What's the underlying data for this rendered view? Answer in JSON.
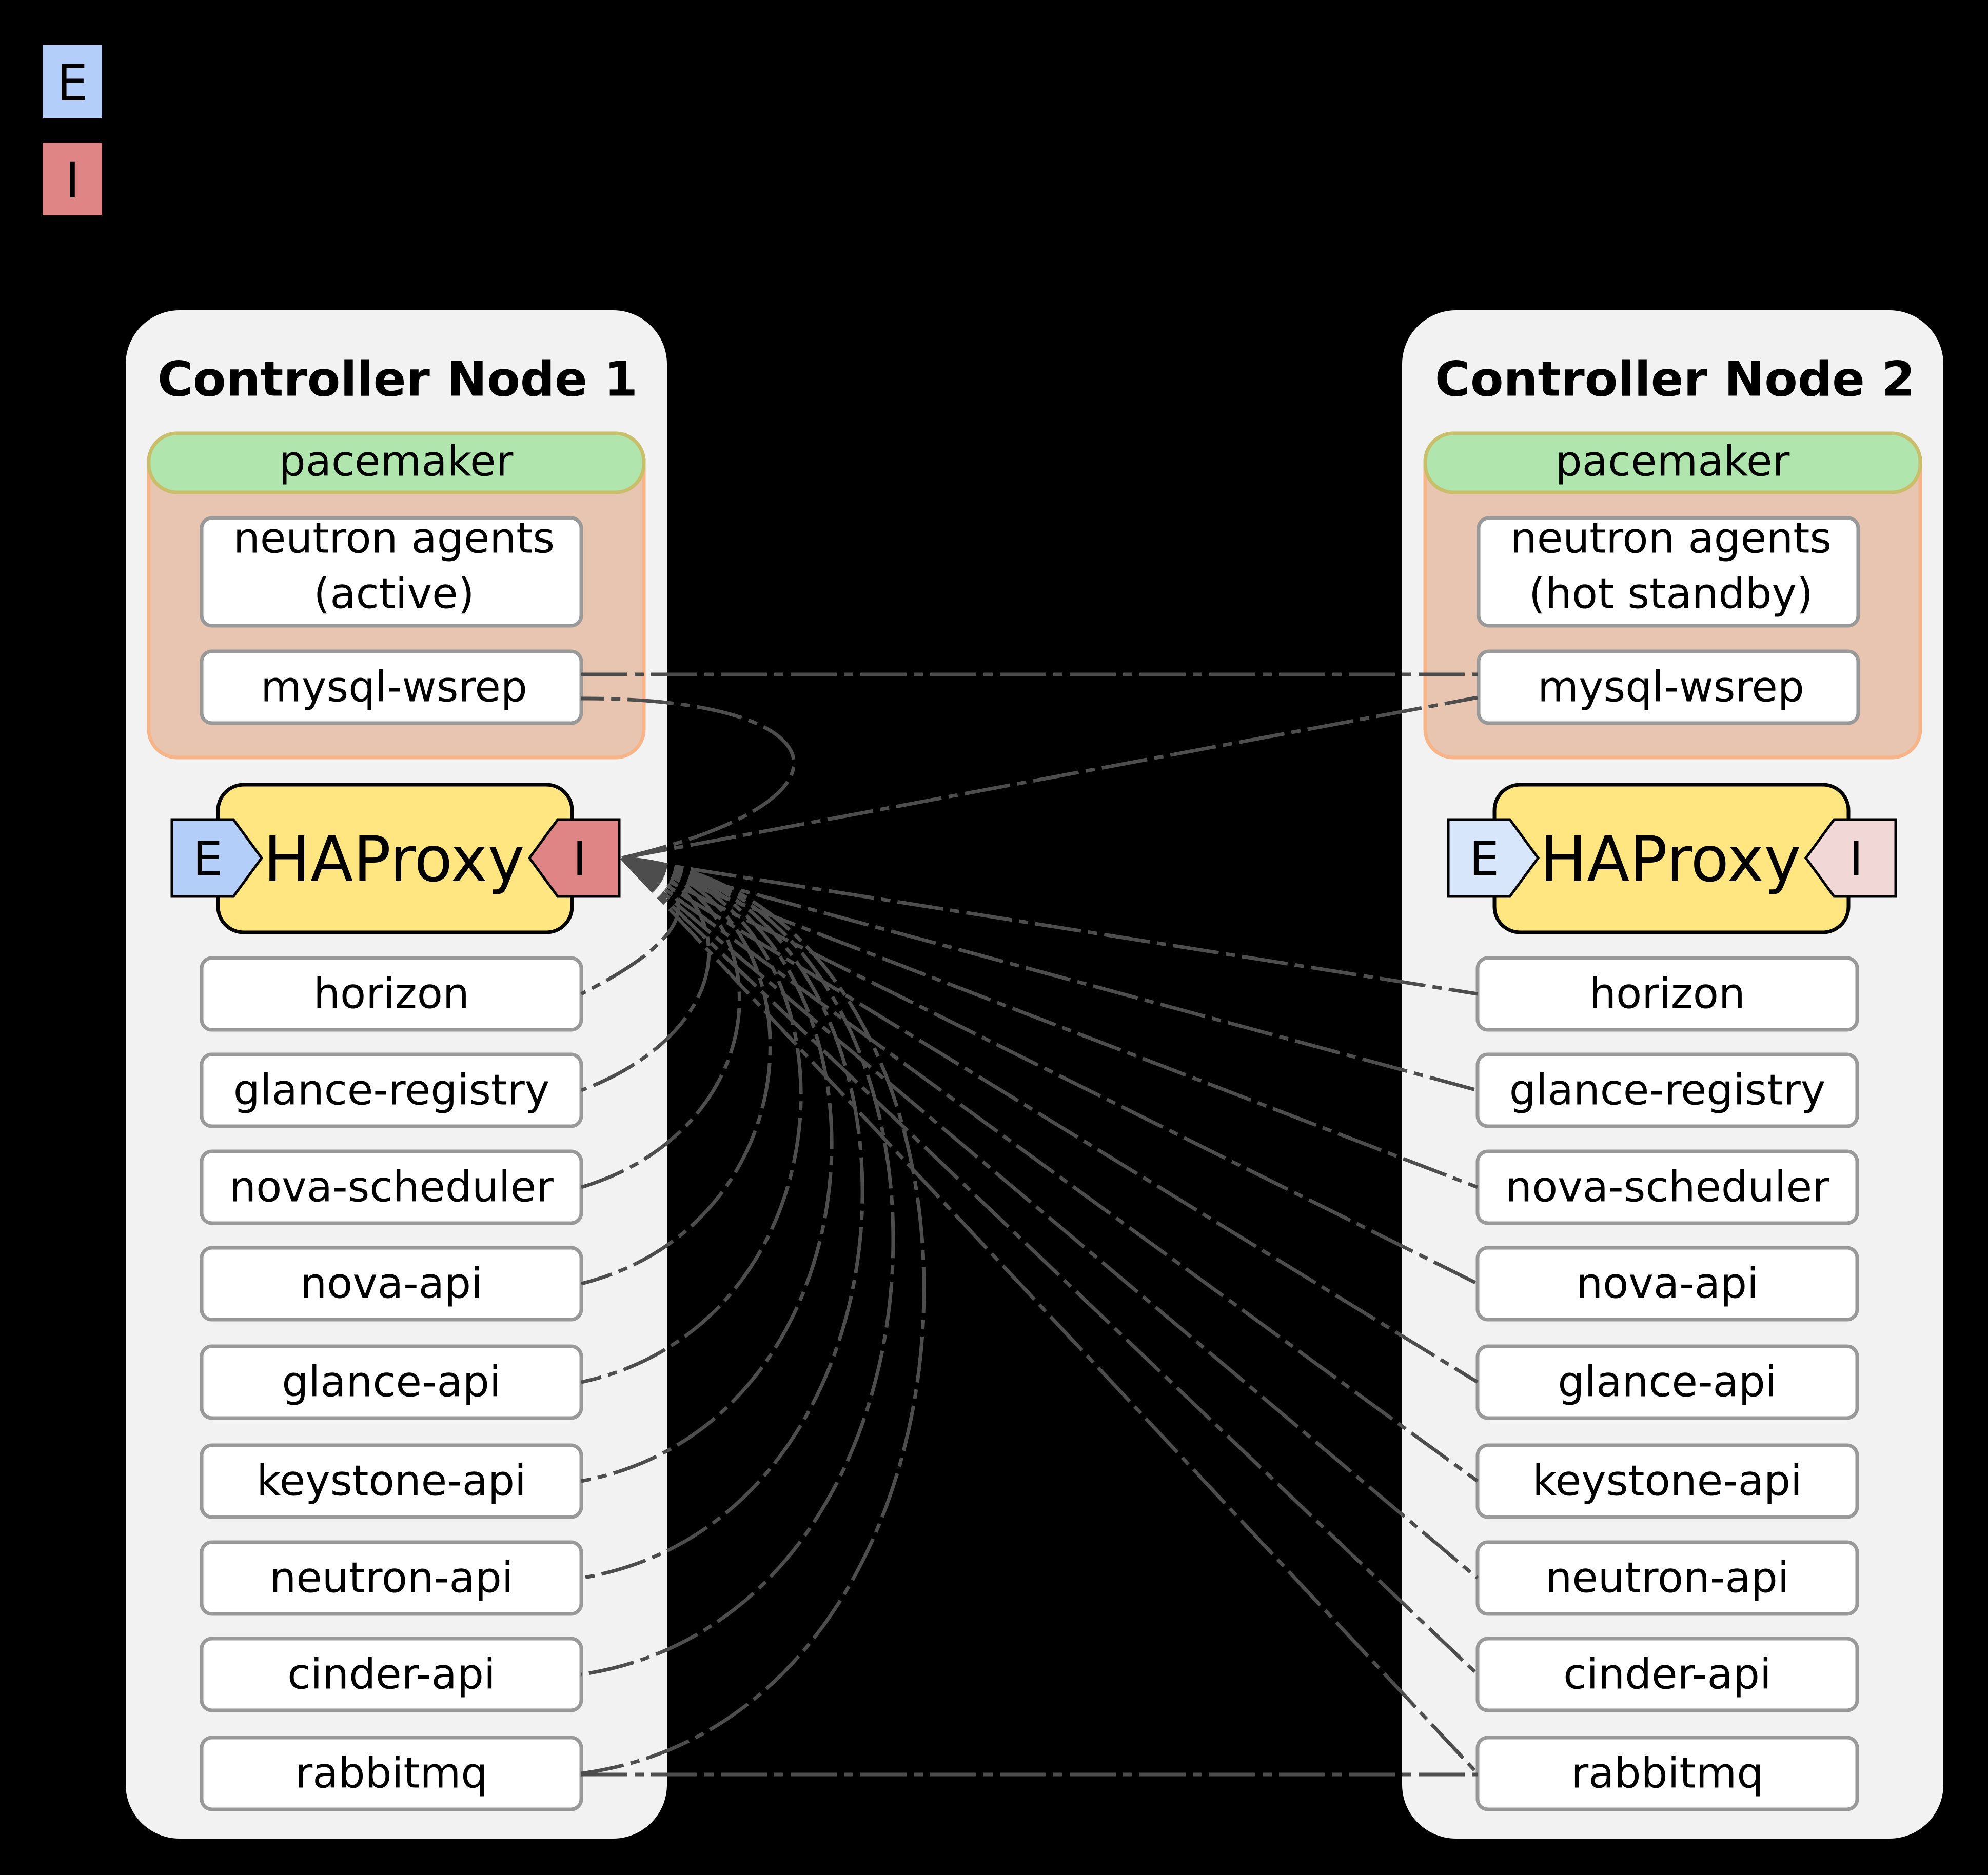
{
  "legend": [
    {
      "letter": "E",
      "color": "#b3cff9"
    },
    {
      "letter": "I",
      "color": "#e08585"
    }
  ],
  "colors": {
    "background": "#000000",
    "node_fill": "#f2f2f2",
    "pacemaker_header": "#b0e5ae",
    "pacemaker_body": "#e8c5b0",
    "pacemaker_border": "#f7b488",
    "haproxy_fill": "#ffe680",
    "service_border": "#999999",
    "link_color": "#4d4d4d",
    "e_active": "#b3cff9",
    "i_active": "#e08585",
    "e_standby": "#d8e6fb",
    "i_standby": "#f2d7d7"
  },
  "nodes": [
    {
      "title": "Controller Node 1",
      "pacemaker_label": "pacemaker",
      "agents_lines": [
        "neutron agents",
        "(active)"
      ],
      "mysql_label": "mysql-wsrep",
      "haproxy_label": "HAProxy",
      "e_label": "E",
      "i_label": "I",
      "services": [
        "horizon",
        "glance-registry",
        "nova-scheduler",
        "nova-api",
        "glance-api",
        "keystone-api",
        "neutron-api",
        "cinder-api",
        "rabbitmq"
      ]
    },
    {
      "title": "Controller Node 2",
      "pacemaker_label": "pacemaker",
      "agents_lines": [
        "neutron agents",
        "(hot standby)"
      ],
      "mysql_label": "mysql-wsrep",
      "haproxy_label": "HAProxy",
      "e_label": "E",
      "i_label": "I",
      "services": [
        "horizon",
        "glance-registry",
        "nova-scheduler",
        "nova-api",
        "glance-api",
        "keystone-api",
        "neutron-api",
        "cinder-api",
        "rabbitmq"
      ]
    }
  ]
}
